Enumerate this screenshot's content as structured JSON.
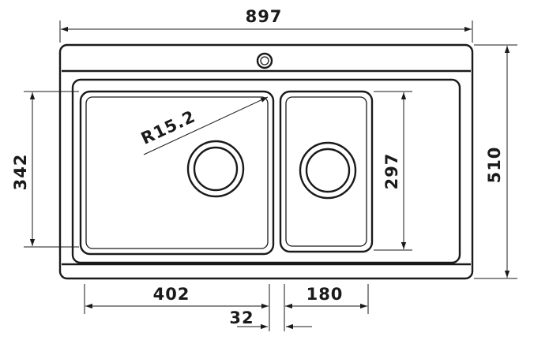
{
  "dimensions": {
    "overall_width": "897",
    "overall_depth": "510",
    "large_bowl_depth": "342",
    "small_bowl_depth": "297",
    "large_bowl_width": "402",
    "small_bowl_width": "180",
    "bowl_gap": "32",
    "corner_radius": "R15.2"
  }
}
